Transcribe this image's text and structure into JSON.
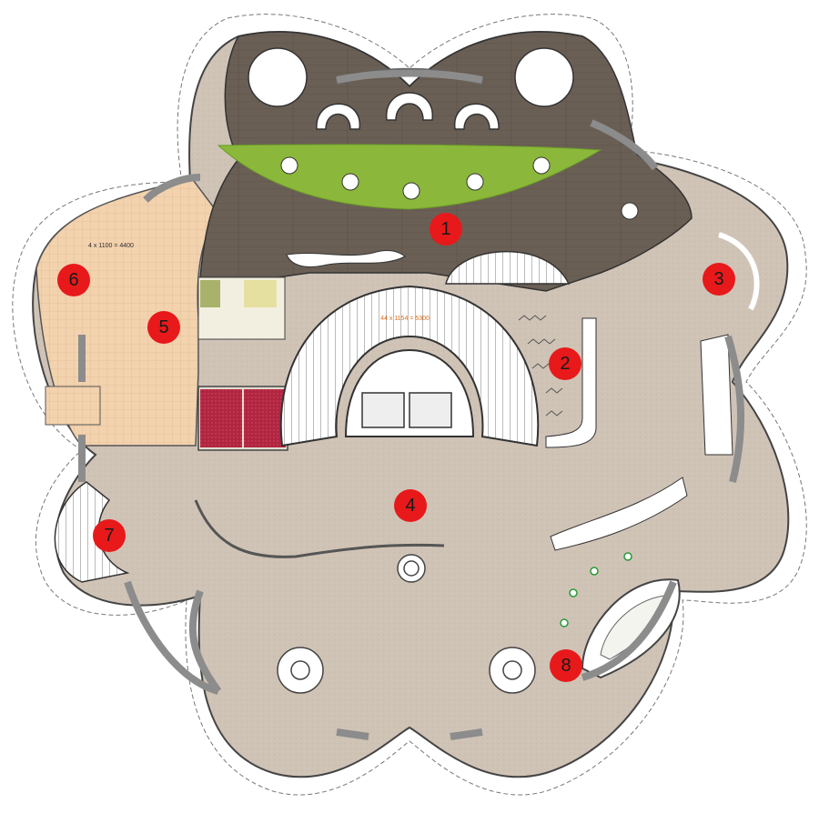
{
  "colors": {
    "marker": "#e8191a",
    "marker_text": "#1a1a1a",
    "floor_stone": "#cfc3b6",
    "floor_wood": "#6a5f55",
    "garden": "#8bb83a",
    "tile": "#f3d2ae",
    "wall": "#8c8c8c",
    "toilet_floor": "#b02640"
  },
  "labels": {
    "stair_dim": "44 x 1154 = 5300",
    "small_stair_dim": "4 x 1100 = 4400"
  },
  "zones": [
    {
      "num": "1"
    },
    {
      "num": "2"
    },
    {
      "num": "3"
    },
    {
      "num": "4"
    },
    {
      "num": "5"
    },
    {
      "num": "6"
    },
    {
      "num": "7"
    },
    {
      "num": "8"
    }
  ]
}
